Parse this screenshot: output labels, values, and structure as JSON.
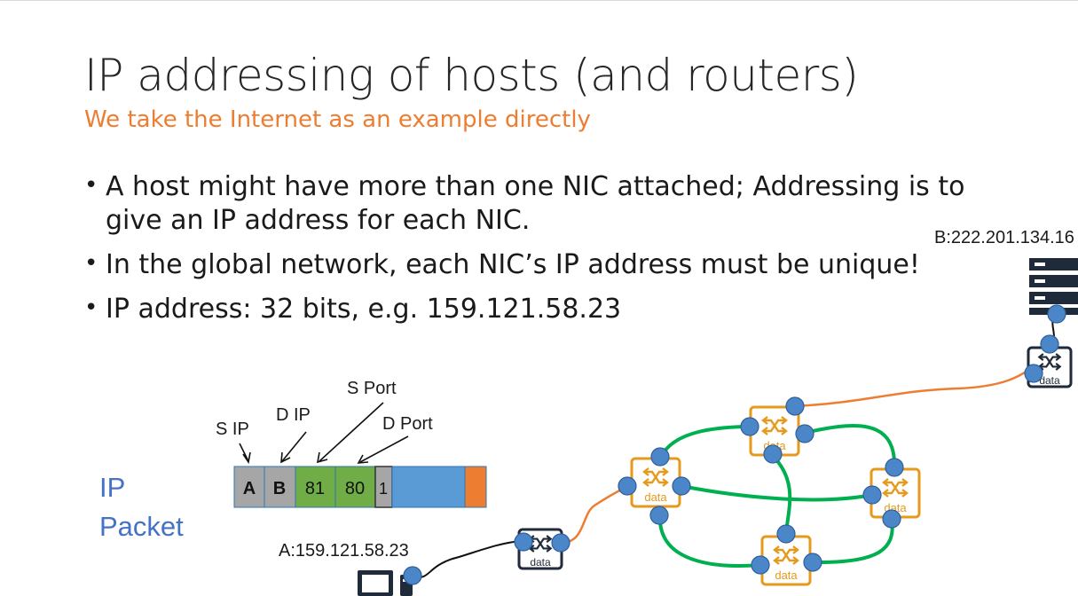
{
  "slide": {
    "title": "IP addressing of hosts (and routers)",
    "subtitle": "We take the Internet as an example directly",
    "bullets": [
      "A host might have more than one NIC attached; Addressing is to give an IP address for each NIC.",
      "In the global network, each NIC’s IP address must be unique!",
      "IP address: 32 bits, e.g. 159.121.58.23"
    ]
  },
  "diagram": {
    "host_a_label": "A:159.121.58.23",
    "host_b_label": "B:222.201.134.16",
    "ip_packet_label_line1": "IP",
    "ip_packet_label_line2": "Packet",
    "field_labels": {
      "s_ip": "S IP",
      "d_ip": "D IP",
      "s_port": "S Port",
      "d_port": "D Port"
    },
    "packet_fields": [
      "A",
      "B",
      "81",
      "80",
      "1"
    ],
    "router_text": "data",
    "colors": {
      "link_green": "#00b050",
      "link_orange": "#ed7d31",
      "router_orange": "#e69a1c",
      "nic_blue": "#4a86c8",
      "packet_gray": "#a6a6a6",
      "packet_green": "#70ad47",
      "packet_blue": "#5b9bd5",
      "packet_orange": "#ed7d31",
      "edge_router": "#1f2a3a",
      "label_blue": "#4472c4"
    }
  }
}
